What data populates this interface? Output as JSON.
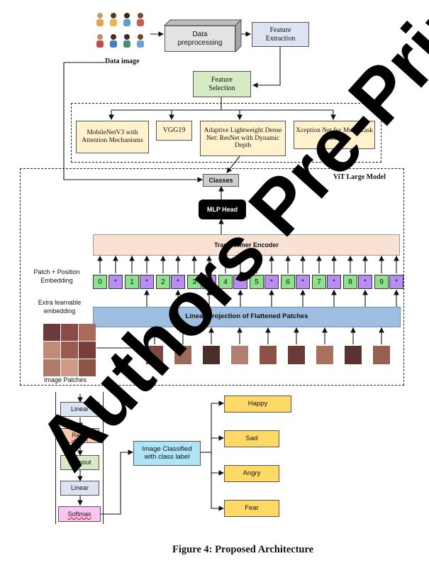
{
  "data_image_label": "Data image",
  "data_preprocessing": "Data preprocessing",
  "feature_extraction": "Feature Extraction",
  "feature_selection": "Feature Selection",
  "models": [
    "MobileNetV3 with Attention Mechanisms",
    "VGG19",
    "Adaptive Lightweight Dense Net: ResNet with Dynamic Depth",
    "Xception Net for Multi-Task Learning"
  ],
  "vit_title": "ViT Large Model",
  "classes": "Classes",
  "mlp_head": "MLP Head",
  "transformer_encoder": "Transformer Encoder",
  "patch_position_label": "Patch + Position Embedding",
  "extra_learnable_label": "Extra learnable embedding",
  "token_indices": [
    "0",
    "1",
    "2",
    "3",
    "4",
    "5",
    "6",
    "7",
    "8",
    "9"
  ],
  "token_marker": "*",
  "linear_projection": "Linear Projection of Flattened Patches",
  "image_patches_label": "Image Patches",
  "head_layers": [
    "Linear",
    "ReLU",
    "Dropout",
    "Linear",
    "Softmax"
  ],
  "classified_label": "Image Classified with class label",
  "class_labels": [
    "Happy",
    "Sad",
    "Angry",
    "Fear"
  ],
  "caption": "Figure 4: Proposed Architecture",
  "watermark": "Authors Pre-Print",
  "colors": {
    "green_box": "#d6ebc4",
    "blue_box": "#dce3f2",
    "cream_box": "#fff2cc",
    "encoder_fill": "#f9e2d4",
    "projection_fill": "#9fbfe0",
    "token_green": "#8fe08f",
    "token_purple": "#b88ef0",
    "mlp_fill": "#000000",
    "classes_fill": "#cfcfcf",
    "class_label_fill": "#ffd966",
    "classified_fill": "#aee4f5",
    "relu_fill": "#f8cbad",
    "softmax_fill": "#f8c6f0"
  }
}
